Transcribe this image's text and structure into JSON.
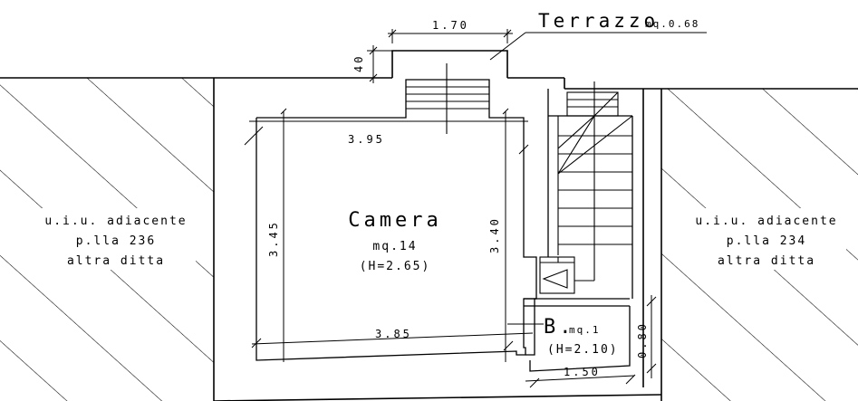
{
  "terrace": {
    "name": "Terrazzo",
    "area": "mq.0.68",
    "width_dim": "1.70",
    "height_dim": "40"
  },
  "room": {
    "name": "Camera",
    "area": "mq.14",
    "height": "(H=2.65)",
    "top_dim": "3.95",
    "bottom_dim": "3.85",
    "left_dim": "3.45",
    "right_dim": "3.40"
  },
  "bath": {
    "name": "B.",
    "area": "mq.1",
    "height": "(H=2.10)",
    "width_dim": "1.50",
    "height_dim": "0.80"
  },
  "adjacent_left": {
    "line1": "u.i.u. adiacente",
    "line2": "p.lla 236",
    "line3": "altra ditta"
  },
  "adjacent_right": {
    "line1": "u.i.u. adiacente",
    "line2": "p.lla 234",
    "line3": "altra ditta"
  }
}
